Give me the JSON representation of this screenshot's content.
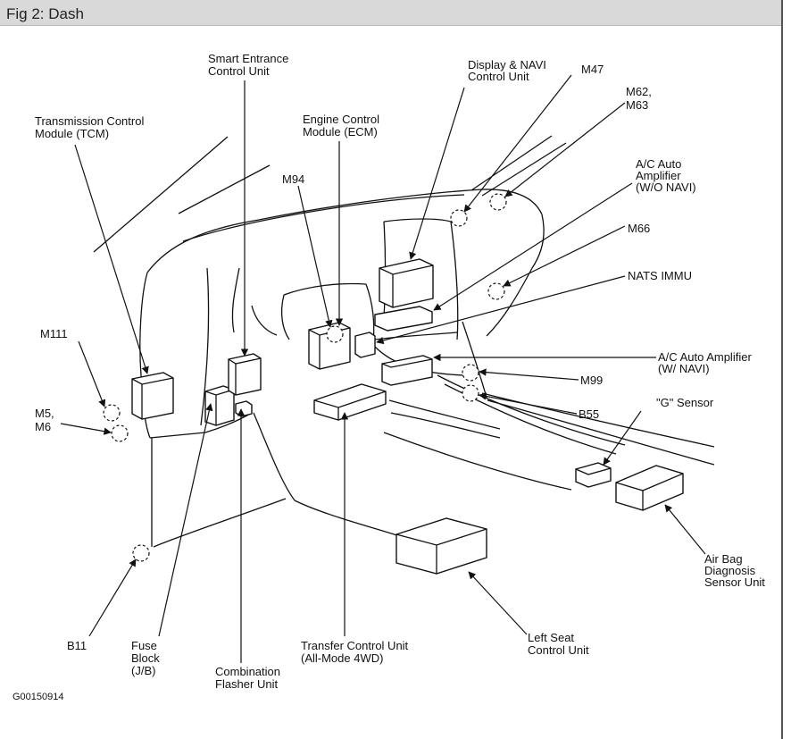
{
  "header": {
    "title": "Fig 2: Dash"
  },
  "labels": {
    "smart_entrance": [
      "Smart Entrance",
      "Control Unit"
    ],
    "display_navi": [
      "Display & NAVI",
      "Control Unit"
    ],
    "m47": "M47",
    "m62_m63": [
      "M62,",
      "M63"
    ],
    "tcm": [
      "Transmission Control",
      "Module (TCM)"
    ],
    "ecm": [
      "Engine Control",
      "Module (ECM)"
    ],
    "ac_auto_wo_navi": [
      "A/C Auto",
      "Amplifier",
      "(W/O NAVI)"
    ],
    "m94": "M94",
    "m66": "M66",
    "nats_immu": "NATS IMMU",
    "m111": "M111",
    "ac_auto_w_navi": [
      "A/C Auto Amplifier",
      "(W/ NAVI)"
    ],
    "m99": "M99",
    "m5_m6": [
      "M5,",
      "M6"
    ],
    "b55": "B55",
    "g_sensor": "\"G\" Sensor",
    "airbag": [
      "Air Bag",
      "Diagnosis",
      "Sensor Unit"
    ],
    "left_seat": [
      "Left Seat",
      "Control Unit"
    ],
    "b11": "B11",
    "fuse_block": [
      "Fuse",
      "Block",
      "(J/B)"
    ],
    "transfer": [
      "Transfer Control Unit",
      "(All-Mode 4WD)"
    ],
    "combination": [
      "Combination",
      "Flasher Unit"
    ],
    "figure_code": "G00150914"
  }
}
